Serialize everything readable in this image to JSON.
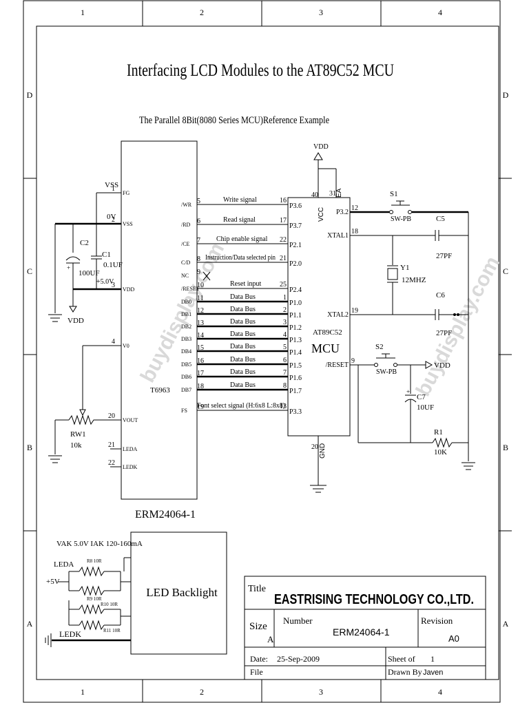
{
  "frame": {
    "columns": [
      "1",
      "2",
      "3",
      "4"
    ],
    "rows": [
      "D",
      "C",
      "B",
      "A"
    ]
  },
  "title": "Interfacing LCD Modules to the AT89C52 MCU",
  "subtitle": "The Parallel 8Bit(8080 Series MCU)Reference Example",
  "watermark": "buydisplay.com",
  "lcd": {
    "name": "ERM24064-1",
    "controller": "T6963",
    "left_pins": [
      {
        "num": "1",
        "name": "FG",
        "net": "VSS"
      },
      {
        "num": "2",
        "name": "VSS",
        "net": "0V"
      },
      {
        "num": "3",
        "name": "VDD",
        "net": "+5.0V"
      },
      {
        "num": "4",
        "name": "V0",
        "net": ""
      },
      {
        "num": "20",
        "name": "VOUT",
        "net": ""
      },
      {
        "num": "21",
        "name": "LEDA",
        "net": ""
      },
      {
        "num": "22",
        "name": "LEDK",
        "net": ""
      }
    ],
    "right_pins": [
      {
        "name": "/WR",
        "num": "5"
      },
      {
        "name": "/RD",
        "num": "6"
      },
      {
        "name": "/CE",
        "num": "7"
      },
      {
        "name": "C/D",
        "num": "8"
      },
      {
        "name": "NC",
        "num": "9"
      },
      {
        "name": "/RESET",
        "num": "10"
      },
      {
        "name": "DB0",
        "num": "11"
      },
      {
        "name": "DB1",
        "num": "12"
      },
      {
        "name": "DB2",
        "num": "13"
      },
      {
        "name": "DB3",
        "num": "14"
      },
      {
        "name": "DB4",
        "num": "15"
      },
      {
        "name": "DB5",
        "num": "16"
      },
      {
        "name": "DB6",
        "num": "17"
      },
      {
        "name": "DB7",
        "num": "18"
      },
      {
        "name": "FS",
        "num": "19"
      }
    ]
  },
  "signals": [
    {
      "label": "Write signal",
      "mcu_pin": "16",
      "port": "P3.6"
    },
    {
      "label": "Read signal",
      "mcu_pin": "17",
      "port": "P3.7"
    },
    {
      "label": "Chip enable signal",
      "mcu_pin": "22",
      "port": "P2.1"
    },
    {
      "label": "Instruction/Data selected pin",
      "mcu_pin": "21",
      "port": "P2.0"
    },
    {
      "label": "",
      "mcu_pin": "",
      "port": ""
    },
    {
      "label": "Reset input",
      "mcu_pin": "25",
      "port": "P2.4"
    },
    {
      "label": "Data Bus",
      "mcu_pin": "1",
      "port": "P1.0"
    },
    {
      "label": "Data Bus",
      "mcu_pin": "2",
      "port": "P1.1"
    },
    {
      "label": "Data Bus",
      "mcu_pin": "3",
      "port": "P1.2"
    },
    {
      "label": "Data Bus",
      "mcu_pin": "4",
      "port": "P1.3"
    },
    {
      "label": "Data Bus",
      "mcu_pin": "5",
      "port": "P1.4"
    },
    {
      "label": "Data Bus",
      "mcu_pin": "6",
      "port": "P1.5"
    },
    {
      "label": "Data Bus",
      "mcu_pin": "7",
      "port": "P1.6"
    },
    {
      "label": "Data Bus",
      "mcu_pin": "8",
      "port": "P1.7"
    },
    {
      "label": "Font select signal (H:6x8 L:8x8)",
      "mcu_pin": "13",
      "port": "P3.3"
    }
  ],
  "mcu": {
    "name": "AT89C52",
    "label": "MCU",
    "vcc": "VCC",
    "ea": "EA",
    "gnd": "GND",
    "pin_40": "40",
    "pin_31": "31",
    "pin_20": "20",
    "right_pins": [
      {
        "name": "P3.2",
        "num": "12"
      },
      {
        "name": "XTAL1",
        "num": "18"
      },
      {
        "name": "XTAL2",
        "num": "19"
      },
      {
        "name": "/RESET",
        "num": "9"
      }
    ]
  },
  "components": {
    "vdd": "VDD",
    "c2": {
      "ref": "C2",
      "value": "100UF"
    },
    "c1": {
      "ref": "C1",
      "value": "0.1UF"
    },
    "rw1": {
      "ref": "RW1",
      "value": "10k"
    },
    "s1": {
      "ref": "S1",
      "value": "SW-PB"
    },
    "s2": {
      "ref": "S2",
      "value": "SW-PB"
    },
    "c5": {
      "ref": "C5",
      "value": "27PF"
    },
    "c6": {
      "ref": "C6",
      "value": "27PF"
    },
    "y1": {
      "ref": "Y1",
      "value": "12MHZ"
    },
    "c7": {
      "ref": "C7",
      "value": "10UF"
    },
    "r1": {
      "ref": "R1",
      "value": "10K"
    }
  },
  "backlight": {
    "spec": "VAK 5.0V  IAK 120-160mA",
    "leda": "LEDA",
    "ledk": "LEDK",
    "supply": "+5V",
    "box_label": "LED Backlight",
    "resistors": [
      "R8  10R",
      "R9  10R",
      "R10  10R",
      "R11  10R"
    ]
  },
  "title_block": {
    "title_label": "Title",
    "company": "EASTRISING TECHNOLOGY CO.,LTD.",
    "size_label": "Size",
    "size": "A",
    "number_label": "Number",
    "number": "ERM24064-1",
    "revision_label": "Revision",
    "revision": "A0",
    "date_label": "Date:",
    "date": "25-Sep-2009",
    "sheet_label": "Sheet of",
    "sheet": "1",
    "file_label": "File",
    "drawn_label": "Drawn By",
    "drawn": "Javen"
  }
}
